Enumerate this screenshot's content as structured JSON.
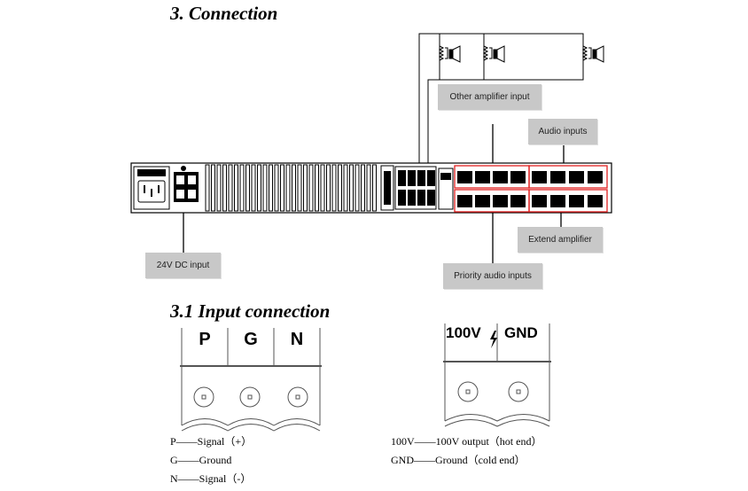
{
  "section": {
    "title": "3. Connection",
    "callouts": {
      "other_amp": "Other amplifier input",
      "audio_inputs": "Audio inputs",
      "extend_amp": "Extend amplifier",
      "dc_input": "24V DC input",
      "priority_inputs": "Priority audio inputs"
    },
    "speaker_count": 3,
    "highlight_color": "#e02020"
  },
  "subsection": {
    "title": "3.1 Input connection",
    "left_terminal": {
      "pins": [
        "P",
        "G",
        "N"
      ],
      "legend": [
        "P——Signal（+）",
        "G——Ground",
        "N——Signal（-）"
      ]
    },
    "right_terminal": {
      "pins": [
        "100V",
        "GND"
      ],
      "legend": [
        "100V——100V output（hot end）",
        "GND——Ground（cold end）"
      ]
    }
  }
}
